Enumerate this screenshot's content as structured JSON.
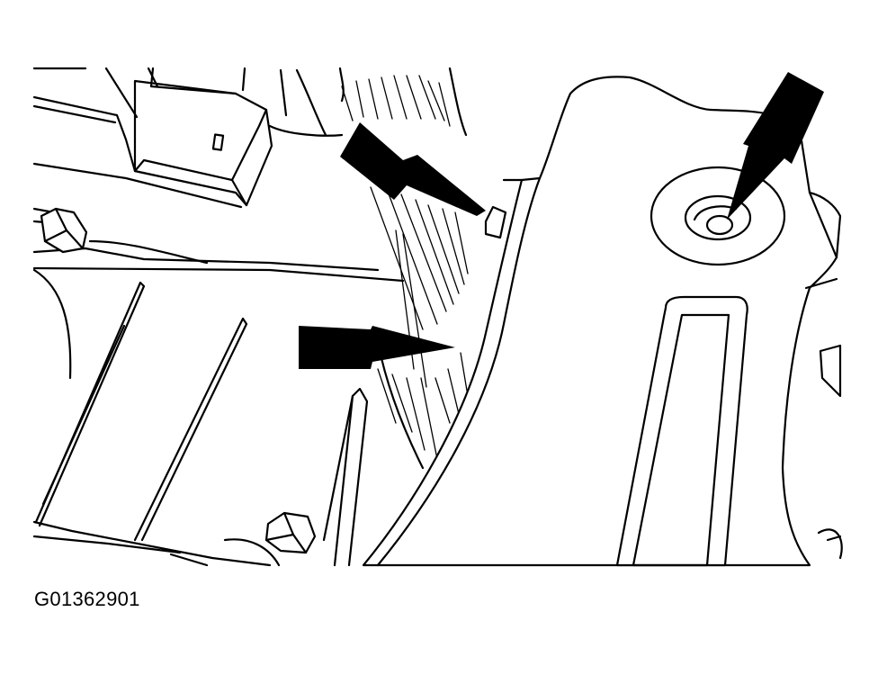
{
  "figure": {
    "id_label": "G01362901"
  },
  "colors": {
    "ink": "#000000",
    "paper": "#ffffff"
  },
  "callouts": [
    {
      "name": "arrow-upper-left",
      "target": "clip-on-bracket-edge"
    },
    {
      "name": "arrow-middle-left",
      "target": "bracket-edge"
    },
    {
      "name": "arrow-upper-right",
      "target": "bolt-hole"
    }
  ]
}
